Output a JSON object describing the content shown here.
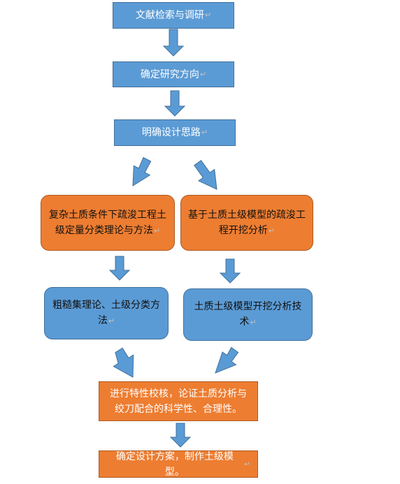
{
  "nodes": {
    "literature_search": "文献检索与调研",
    "research_direction": "确定研究方向",
    "design_thinking": "明确设计思路",
    "classification_theory": "复杂土质条件下疏浚工程土级定量分类理论与方法",
    "excavation_analysis": "基于土质土级模型的疏浚工程开挖分析",
    "rough_set_theory": "粗糙集理论、土级分类方法",
    "excavation_technique": "土质土级模型开挖分析技术",
    "verification": "进行特性校核，论证土质分析与绞刀配合的科学性、合理性。",
    "final_design": "确定设计方案，制作土级模型。"
  },
  "paragraph_mark": "↵",
  "colors": {
    "blue_fill": "#5b9bd5",
    "blue_border": "#41719c",
    "orange_fill": "#ed7d31",
    "orange_border": "#ae5a21"
  }
}
